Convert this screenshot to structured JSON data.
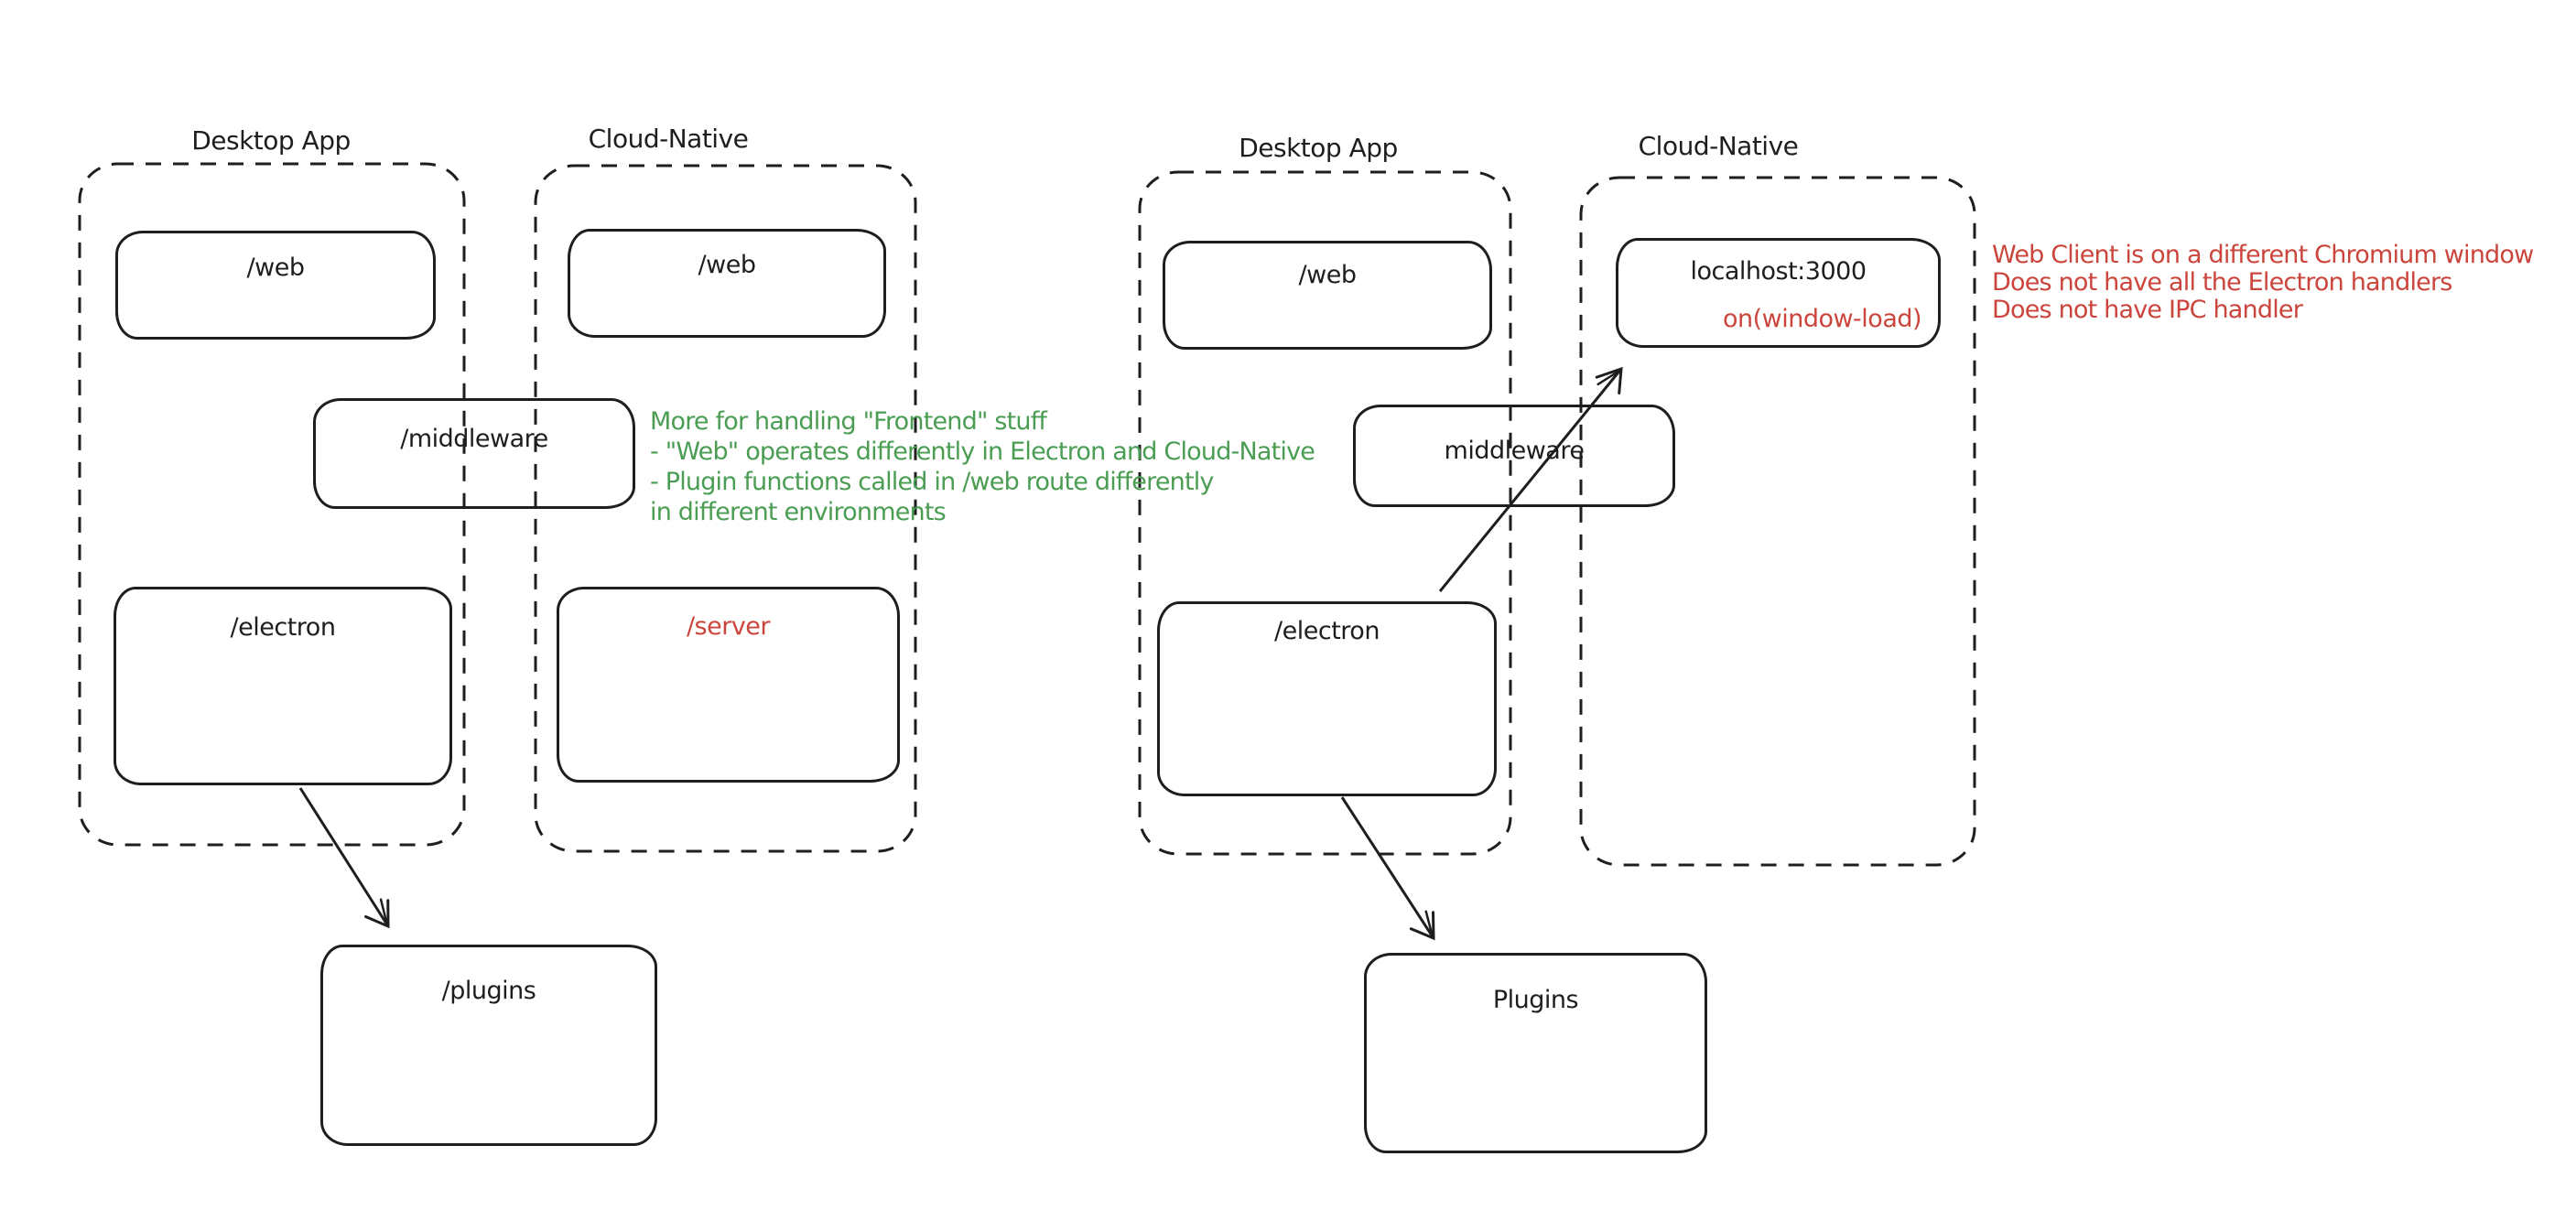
{
  "colors": {
    "ink": "#1e1e1e",
    "red": "#cb453c",
    "green": "#4a9d52",
    "background": "#ffffff"
  },
  "left_diagram": {
    "desktop_group_label": "Desktop App",
    "cloud_group_label": "Cloud-Native",
    "desktop_web_box": "/web",
    "cloud_web_box": "/web",
    "middleware_box": "/middleware",
    "electron_box": "/electron",
    "server_box": "/server",
    "plugins_box": "/plugins"
  },
  "right_diagram": {
    "desktop_group_label": "Desktop App",
    "cloud_group_label": "Cloud-Native",
    "desktop_web_box": "/web",
    "localhost_box": "localhost:3000",
    "localhost_annotation": "on(window-load)",
    "middleware_box": "middleware",
    "electron_box": "/electron",
    "plugins_box": "Plugins"
  },
  "green_note": {
    "line1": "More for handling \"Frontend\" stuff",
    "line2": "- \"Web\" operates differently in Electron and Cloud-Native",
    "line3": "- Plugin functions called in /web route differently",
    "line4": "in different environments"
  },
  "red_note": {
    "line1": "Web Client is on a different Chromium window",
    "line2": "Does not have all the Electron handlers",
    "line3": "Does not have IPC handler"
  }
}
